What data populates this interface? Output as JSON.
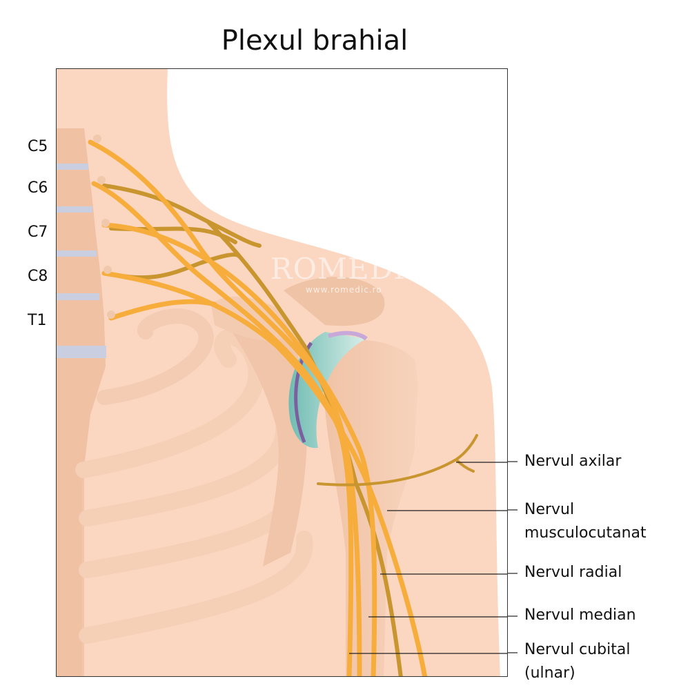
{
  "title": "Plexul brahial",
  "vertebrae_labels": [
    "C5",
    "C6",
    "C7",
    "C8",
    "T1"
  ],
  "nerve_labels": {
    "axilar": "Nervul axilar",
    "musculocutanat_1": "Nervul",
    "musculocutanat_2": "musculocutanat",
    "radial": "Nervul radial",
    "median": "Nervul median",
    "cubital_1": "Nervul cubital",
    "cubital_2": "(ulnar)"
  },
  "watermark": {
    "brand": "ROMEDIC",
    "url": "www.romedic.ro"
  },
  "colors": {
    "skin": "#fbd6c0",
    "bone": "#f2c7ad",
    "nerve_light": "#f7ad3c",
    "nerve_dark": "#c9952f",
    "disc": "#c9cfe0",
    "cartilage": "#8fcfc4",
    "labrum": "#7b5f9e"
  }
}
